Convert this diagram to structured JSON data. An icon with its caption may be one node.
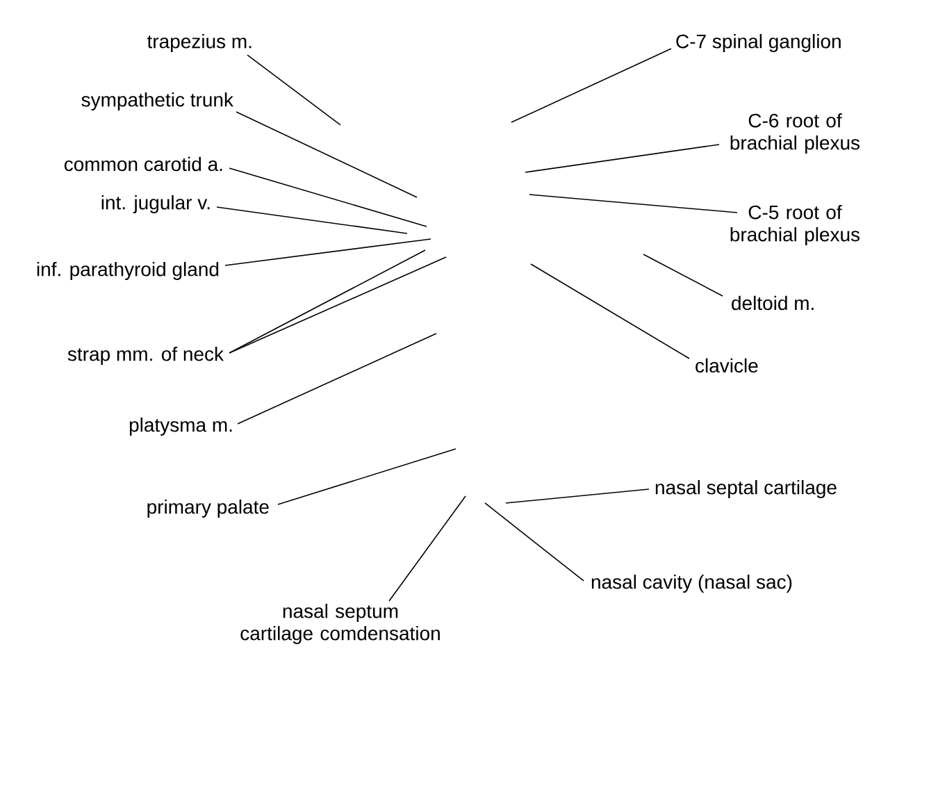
{
  "diagram": {
    "nodes": [
      {
        "text": [
          "trapezius m."
        ]
      },
      {
        "text": [
          "sympathetic trunk"
        ]
      },
      {
        "text": [
          "common carotid a."
        ]
      },
      {
        "text": [
          "int. jugular v."
        ]
      },
      {
        "text": [
          "inf. parathyroid gland"
        ]
      },
      {
        "text": [
          "strap mm. of neck"
        ]
      },
      {
        "text": [
          "platysma m."
        ]
      },
      {
        "text": [
          "primary palate"
        ]
      },
      {
        "text": [
          "nasal septum cartilage comdensation"
        ]
      },
      {
        "text": [
          "C-7 spinal ganglion"
        ]
      },
      {
        "text": [
          "C-6 root of brachial plexus"
        ]
      },
      {
        "text": [
          "C-5 root of brachial plexus"
        ]
      },
      {
        "text": [
          "deltoid m."
        ]
      },
      {
        "text": [
          "clavicle"
        ]
      },
      {
        "text": [
          "nasal septal cartilage"
        ]
      },
      {
        "text": [
          "nasal cavity (nasal sac)"
        ]
      }
    ],
    "edges": [
      {
        "from": 0,
        "to": null,
        "arrow": "none"
      },
      {
        "from": 1,
        "to": null,
        "arrow": "none"
      },
      {
        "from": 2,
        "to": null,
        "arrow": "none"
      },
      {
        "from": 3,
        "to": null,
        "arrow": "none"
      },
      {
        "from": 4,
        "to": null,
        "arrow": "none"
      },
      {
        "from": 5,
        "to": null,
        "arrow": "none"
      },
      {
        "from": 5,
        "to": null,
        "arrow": "none"
      },
      {
        "from": 6,
        "to": null,
        "arrow": "none"
      },
      {
        "from": 7,
        "to": null,
        "arrow": "none"
      },
      {
        "from": 8,
        "to": null,
        "arrow": "none"
      },
      {
        "from": 9,
        "to": null,
        "arrow": "none"
      },
      {
        "from": 10,
        "to": null,
        "arrow": "none"
      },
      {
        "from": 11,
        "to": null,
        "arrow": "none"
      },
      {
        "from": 12,
        "to": null,
        "arrow": "none"
      },
      {
        "from": 13,
        "to": null,
        "arrow": "none"
      },
      {
        "from": 14,
        "to": null,
        "arrow": "none"
      },
      {
        "from": 15,
        "to": null,
        "arrow": "none"
      }
    ]
  }
}
